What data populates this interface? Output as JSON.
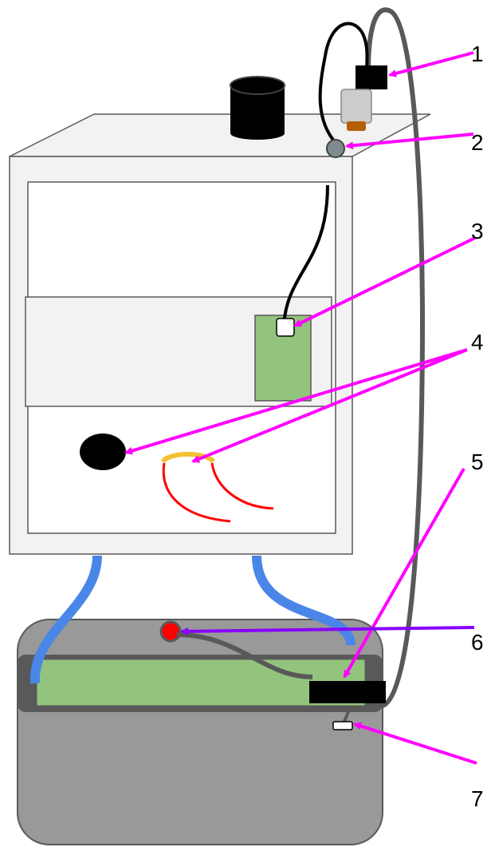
{
  "colors": {
    "callout_arrow": "#ff00ff",
    "callout_arrow_6": "#8800ff",
    "cabinet_fill": "#f2f2f2",
    "cabinet_stroke": "#595959",
    "board_green": "#93c47d",
    "base_gray": "#999999",
    "dark_gray": "#595959",
    "hose_blue": "#4a86e8",
    "wire_red": "#ff0000",
    "wire_yellow": "#f1c232",
    "black": "#000000"
  },
  "icons": {
    "sensor_cap": "black-cylinder-icon",
    "connector_block": "black-connector-icon",
    "metal_fitting": "fitting-icon",
    "grommet": "grommet-icon",
    "plug": "white-plug-icon",
    "port": "red-port-icon"
  },
  "callouts": [
    {
      "id": "1",
      "label": "1"
    },
    {
      "id": "2",
      "label": "2"
    },
    {
      "id": "3",
      "label": "3"
    },
    {
      "id": "4",
      "label": "4"
    },
    {
      "id": "5",
      "label": "5"
    },
    {
      "id": "6",
      "label": "6"
    },
    {
      "id": "7",
      "label": "7"
    }
  ]
}
